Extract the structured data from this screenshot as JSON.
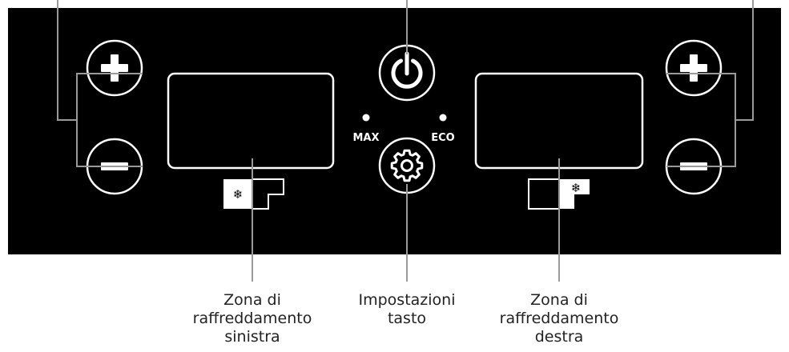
{
  "colors": {
    "panel": "#000000",
    "outline": "#ffffff",
    "leader": "#9a9a9a",
    "caption_text": "#222222"
  },
  "panel": {
    "indicators": {
      "max_label": "MAX",
      "eco_label": "ECO"
    },
    "left_zone": {
      "plus_icon": "plus-icon",
      "minus_icon": "minus-icon",
      "snowflake_glyph": "❄"
    },
    "right_zone": {
      "plus_icon": "plus-icon",
      "minus_icon": "minus-icon",
      "snowflake_glyph": "❄"
    },
    "center": {
      "power_icon": "power-icon",
      "settings_icon": "gear-icon"
    }
  },
  "captions": {
    "left_zone": [
      "Zona di",
      "raffreddamento",
      "sinistra"
    ],
    "settings": [
      "Impostazioni",
      "tasto"
    ],
    "right_zone": [
      "Zona di",
      "raffreddamento",
      "destra"
    ]
  }
}
